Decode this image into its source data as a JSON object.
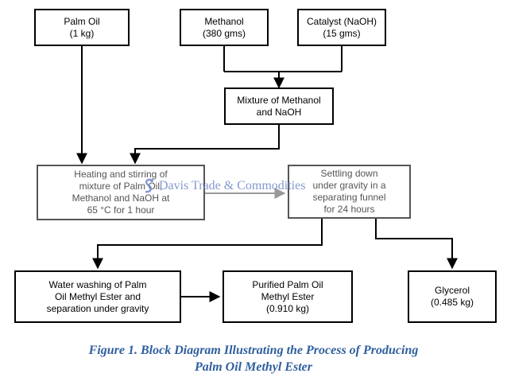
{
  "boxes": {
    "palm_oil": {
      "line1": "Palm Oil",
      "line2": "(1 kg)"
    },
    "methanol": {
      "line1": "Methanol",
      "line2": "(380 gms)"
    },
    "catalyst": {
      "line1": "Catalyst (NaOH)",
      "line2": "(15 gms)"
    },
    "mixture": {
      "line1": "Mixture of Methanol",
      "line2": "and NaOH"
    },
    "heating": {
      "line1": "Heating and stirring of",
      "line2": "mixture of Palm Oil,",
      "line3": "Methanol and NaOH at",
      "line4": "65 °C for 1 hour"
    },
    "settling": {
      "line1": "Settling down",
      "line2": "under gravity in a",
      "line3": "separating funnel",
      "line4": "for 24 hours"
    },
    "washing": {
      "line1": "Water washing of Palm",
      "line2": "Oil Methyl Ester and",
      "line3": "separation under gravity"
    },
    "purified": {
      "line1": "Purified Palm Oil",
      "line2": "Methyl Ester",
      "line3": "(0.910 kg)"
    },
    "glycerol": {
      "line1": "Glycerol",
      "line2": "(0.485 kg)"
    }
  },
  "watermark": {
    "text": "Davis Trade & Commodities"
  },
  "caption": {
    "line1_label": "Figure 1.",
    "line1_text": " Block Diagram Illustrating the Process of Producing",
    "line2": "Palm Oil Methyl Ester"
  },
  "colors": {
    "caption": "#2f5f9e",
    "watermark": "#6f88c9",
    "faded_box": "#555555"
  }
}
